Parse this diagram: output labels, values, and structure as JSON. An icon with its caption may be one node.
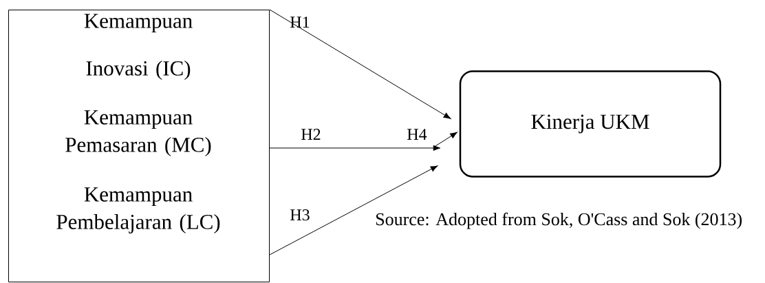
{
  "diagram": {
    "nodes": [
      {
        "text": [
          "Kemampuan Inovasi (IC)",
          "Kemampuan Pemasaran (MC)",
          "Kemampuan Pembelajaran (LC)"
        ]
      },
      {
        "text": [
          "Kinerja UKM"
        ]
      }
    ],
    "edges": [
      {
        "from": 0,
        "to": 1,
        "arrow": "to",
        "label": "H1"
      },
      {
        "from": 0,
        "to": 1,
        "arrow": "to",
        "label": "H2"
      },
      {
        "from": 0,
        "to": 1,
        "arrow": "to",
        "label": "H3"
      },
      {
        "from": null,
        "to": 1,
        "arrow": "to",
        "label": "H4"
      }
    ],
    "labels": [
      "Source: Adopted from Sok, O'Cass and Sok (2013)"
    ]
  }
}
